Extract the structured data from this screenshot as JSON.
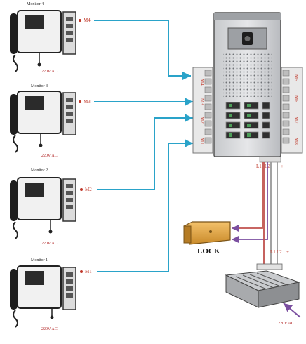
{
  "monitors": [
    {
      "title": "Monitor 4",
      "port": "M4",
      "power": "220V AC"
    },
    {
      "title": "Monitor 3",
      "port": "M3",
      "power": "220V AC"
    },
    {
      "title": "Monitor 2",
      "port": "M2",
      "power": "220V AC"
    },
    {
      "title": "Monitor 1",
      "port": "M1",
      "power": "220V AC"
    }
  ],
  "panel": {
    "left_terminals": [
      "M4",
      "M3",
      "M2",
      "M1"
    ],
    "right_terminals": [
      "M5",
      "M6",
      "M7",
      "M8"
    ],
    "bottom_terminals": [
      "L1",
      "L2",
      "+"
    ]
  },
  "lock": {
    "label": "LOCK"
  },
  "power_supply": {
    "terminals": [
      "L1",
      "L2",
      "+"
    ],
    "power": "220V AC"
  },
  "colors": {
    "wire_blue": "#2aa3c9",
    "wire_red": "#c0504d",
    "wire_purple": "#7b4fa0"
  }
}
